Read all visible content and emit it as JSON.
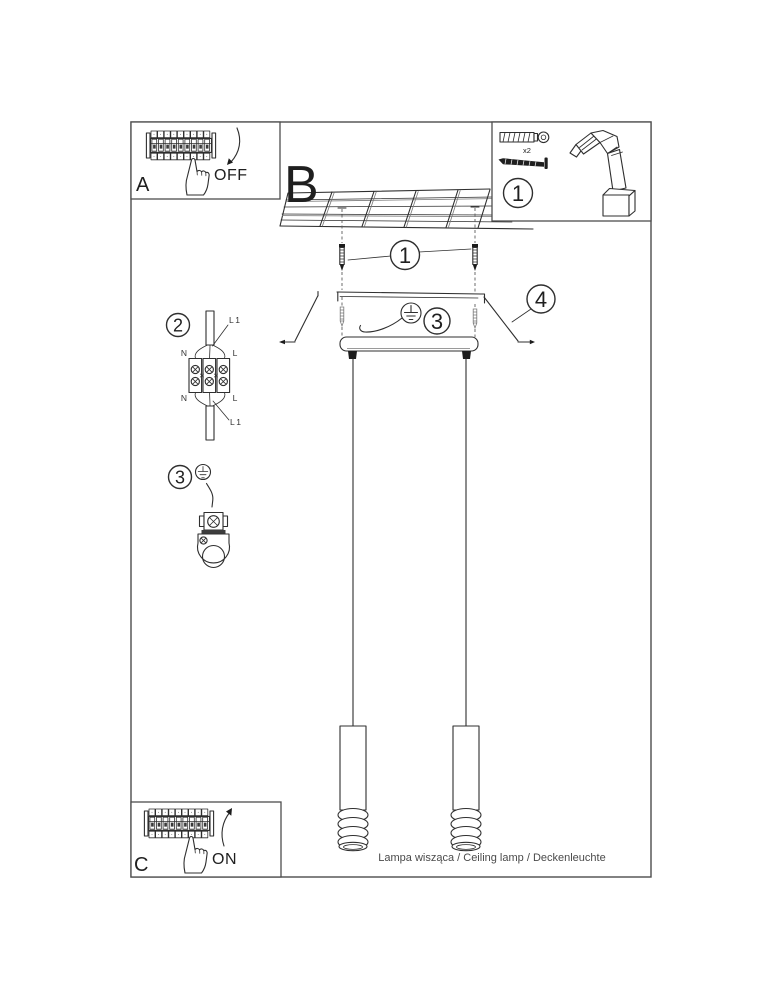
{
  "page": {
    "caption": "Lampa wisząca / Ceiling lamp / Deckenleuchte",
    "background": "#ffffff",
    "line_color": "#2f2f2f"
  },
  "steps": {
    "a": {
      "label": "A",
      "action": "OFF"
    },
    "b": {
      "label": "B"
    },
    "c": {
      "label": "C",
      "action": "ON"
    }
  },
  "tools_panel": {
    "step_badge": "1",
    "anchor_quantity": "x2",
    "items": [
      "wall-plug-anchor",
      "mounting-screw",
      "cordless-drill"
    ]
  },
  "callouts": {
    "screws": "1",
    "terminal_block": "2",
    "ground_canopy": "3",
    "ground_clamp": "3",
    "canopy_cover": "4"
  },
  "wiring_labels": {
    "line_top": "L1",
    "line_bottom": "L1",
    "neutral_top": "N",
    "live_top": "L",
    "neutral_bottom": "N",
    "live_bottom": "L"
  }
}
